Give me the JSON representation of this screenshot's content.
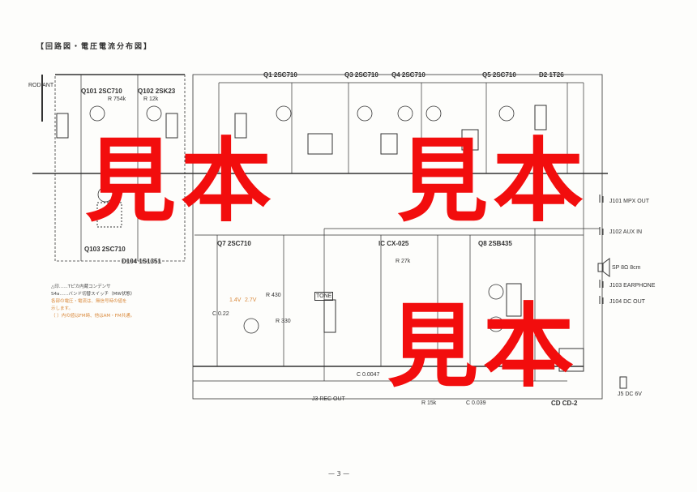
{
  "title": "【回路図・電圧電流分布図】",
  "labels": {
    "rod_ant": "ROD ANT",
    "q1": "Q101 2SC710",
    "q102": "Q102 2SK23",
    "q2": "Q1 2SC710",
    "q3": "Q3 2SC710",
    "q4": "Q4 2SC710",
    "q5": "Q5 2SC710",
    "d2": "D2 1T26",
    "q103": "Q103 2SC710",
    "d104": "D104 1S1351",
    "q7": "Q7 2SC710",
    "ic": "IC CX-025",
    "q8": "Q8 2SB435",
    "cd2": "CD CD-2",
    "mpx_out": "J101 MPX OUT",
    "aux_in": "J102 AUX IN",
    "sp": "SP 8Ω 8cm",
    "earphone": "J103 EARPHONE",
    "dc_out": "J104 DC OUT",
    "dc_in": "J5 DC 6V",
    "rec_out": "J3 REC OUT",
    "r_754k": "R 754k",
    "r_12k": "R 12k",
    "r_430": "R 430",
    "r_330": "R 330",
    "r_27k": "R 27k",
    "r_15k": "R 15k",
    "tone": "TONE",
    "v14": "1.4V",
    "v2": "2.7V",
    "c0047": "C 0.0047",
    "c022": "C 0.22",
    "c0039": "C 0.039"
  },
  "notes": [
    "△印……Tピカ内蔵コンデンサ",
    "S4a……バンド切替スイッチ（MW状態）",
    "各部の電圧・電流は、無信号時の値を",
    "示します。",
    "（ ）内の値はFM時、他はAM・FM共通。"
  ],
  "watermark": "見本",
  "page_number": "— 3 —",
  "colors": {
    "watermark": "#f20d0d",
    "annotation": "#d9883a"
  }
}
